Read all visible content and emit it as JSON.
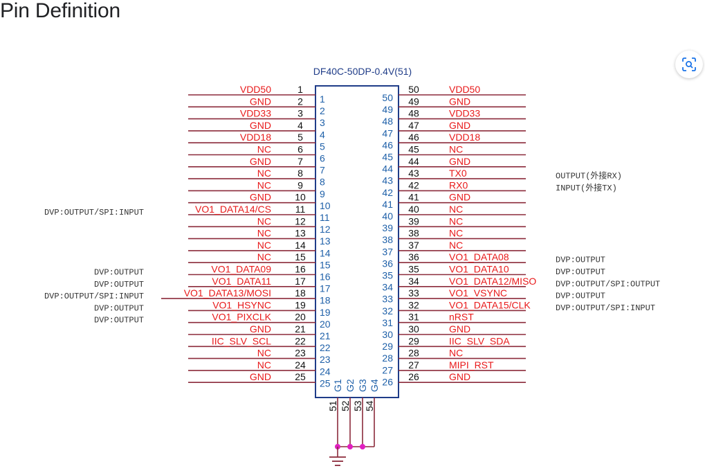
{
  "page": {
    "title": "Pin Definition"
  },
  "connector": {
    "part_label": "DF40C-50DP-0.4V(51)"
  },
  "left_pins": [
    {
      "num": "1",
      "signal": "VDD50"
    },
    {
      "num": "2",
      "signal": "GND"
    },
    {
      "num": "3",
      "signal": "VDD33"
    },
    {
      "num": "4",
      "signal": "GND"
    },
    {
      "num": "5",
      "signal": "VDD18"
    },
    {
      "num": "6",
      "signal": "NC"
    },
    {
      "num": "7",
      "signal": "GND"
    },
    {
      "num": "8",
      "signal": "NC"
    },
    {
      "num": "9",
      "signal": "NC"
    },
    {
      "num": "10",
      "signal": "GND"
    },
    {
      "num": "11",
      "signal": "VO1_DATA14/CS"
    },
    {
      "num": "12",
      "signal": "NC"
    },
    {
      "num": "13",
      "signal": "NC"
    },
    {
      "num": "14",
      "signal": "NC"
    },
    {
      "num": "15",
      "signal": "NC"
    },
    {
      "num": "16",
      "signal": "VO1_DATA09"
    },
    {
      "num": "17",
      "signal": "VO1_DATA11"
    },
    {
      "num": "18",
      "signal": "VO1_DATA13/MOSI"
    },
    {
      "num": "19",
      "signal": "VO1_HSYNC"
    },
    {
      "num": "20",
      "signal": "VO1_PIXCLK"
    },
    {
      "num": "21",
      "signal": "GND"
    },
    {
      "num": "22",
      "signal": "IIC_SLV_SCL"
    },
    {
      "num": "23",
      "signal": "NC"
    },
    {
      "num": "24",
      "signal": "NC"
    },
    {
      "num": "25",
      "signal": "GND"
    }
  ],
  "right_pins": [
    {
      "num": "50",
      "signal": "VDD50"
    },
    {
      "num": "49",
      "signal": "GND"
    },
    {
      "num": "48",
      "signal": "VDD33"
    },
    {
      "num": "47",
      "signal": "GND"
    },
    {
      "num": "46",
      "signal": "VDD18"
    },
    {
      "num": "45",
      "signal": "NC"
    },
    {
      "num": "44",
      "signal": "GND"
    },
    {
      "num": "43",
      "signal": "TX0"
    },
    {
      "num": "42",
      "signal": "RX0"
    },
    {
      "num": "41",
      "signal": "GND"
    },
    {
      "num": "40",
      "signal": "NC"
    },
    {
      "num": "39",
      "signal": "NC"
    },
    {
      "num": "38",
      "signal": "NC"
    },
    {
      "num": "37",
      "signal": "NC"
    },
    {
      "num": "36",
      "signal": "VO1_DATA08"
    },
    {
      "num": "35",
      "signal": "VO1_DATA10"
    },
    {
      "num": "34",
      "signal": "VO1_DATA12/MISO"
    },
    {
      "num": "33",
      "signal": "VO1_VSYNC"
    },
    {
      "num": "32",
      "signal": "VO1_DATA15/CLK"
    },
    {
      "num": "31",
      "signal": "nRST"
    },
    {
      "num": "30",
      "signal": "GND"
    },
    {
      "num": "29",
      "signal": "IIC_SLV_SDA"
    },
    {
      "num": "28",
      "signal": "NC"
    },
    {
      "num": "27",
      "signal": "MIPI_RST"
    },
    {
      "num": "26",
      "signal": "GND"
    }
  ],
  "ground_pins": {
    "inner_labels": [
      "G1",
      "G2",
      "G3",
      "G4"
    ],
    "numbers": [
      "51",
      "52",
      "53",
      "54"
    ]
  },
  "left_notes": [
    {
      "pin": "11",
      "text": "DVP:OUTPUT/SPI:INPUT"
    },
    {
      "pin": "16",
      "text": "DVP:OUTPUT"
    },
    {
      "pin": "17",
      "text": "DVP:OUTPUT"
    },
    {
      "pin": "18",
      "text": "DVP:OUTPUT/SPI:INPUT"
    },
    {
      "pin": "19",
      "text": "DVP:OUTPUT"
    },
    {
      "pin": "20",
      "text": "DVP:OUTPUT"
    }
  ],
  "right_notes": [
    {
      "pin": "43",
      "text": "OUTPUT(外接RX)"
    },
    {
      "pin": "42",
      "text": "INPUT(外接TX)"
    },
    {
      "pin": "36",
      "text": "DVP:OUTPUT"
    },
    {
      "pin": "35",
      "text": "DVP:OUTPUT"
    },
    {
      "pin": "34",
      "text": "DVP:OUTPUT/SPI:OUTPUT"
    },
    {
      "pin": "33",
      "text": "DVP:OUTPUT"
    },
    {
      "pin": "32",
      "text": "DVP:OUTPUT/SPI:INPUT"
    }
  ],
  "colors": {
    "signal": "#e8191a",
    "wire": "#8b2a3a",
    "inner_number": "#1d5fa8",
    "box": "#1f3c88",
    "junction": "#e020c0"
  }
}
